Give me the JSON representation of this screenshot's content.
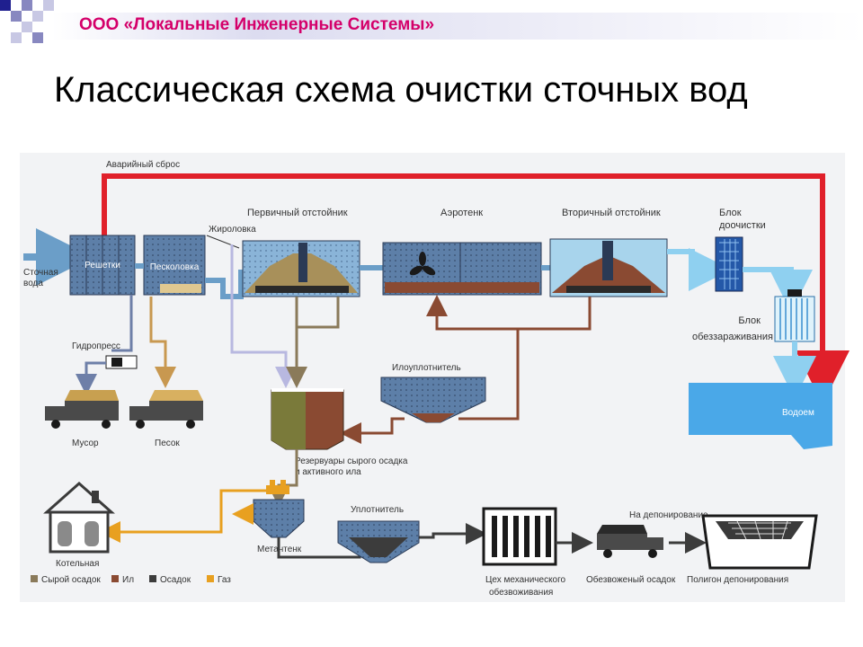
{
  "header": {
    "company": "ООО «Локальные Инженерные Системы»"
  },
  "slide": {
    "title": "Классическая схема очистки сточных вод"
  },
  "diagram": {
    "labels": {
      "emergency": "Аварийный сброс",
      "inflow_1": "Сточная",
      "inflow_2": "вода",
      "screens": "Решетки",
      "sand_trap": "Песколовка",
      "grease_trap": "Жироловка",
      "primary": "Первичный отстойник",
      "aerotank": "Аэротенк",
      "secondary": "Вторичный отстойник",
      "posttreat_1": "Блок",
      "posttreat_2": "доочистки",
      "disinfect_1": "Блок",
      "disinfect_2": "обеззараживания",
      "reservoir": "Водоем",
      "hydropress": "Гидропресс",
      "trash": "Мусор",
      "sand": "Песок",
      "sludge_thickener": "Илоуплотнитель",
      "tanks_1": "Резервуары сырого осадка",
      "tanks_2": "и активного ила",
      "digester": "Метантенк",
      "boiler": "Котельная",
      "thickener": "Уплотнитель",
      "dewater_1": "Цех механического",
      "dewater_2": "обезвоживания",
      "to_disposal": "На депонирование",
      "dewatered": "Обезвоженый осадок",
      "landfill": "Полигон депонирования"
    },
    "legend": [
      {
        "label": "Сырой осадок",
        "color": "#8a7a5a"
      },
      {
        "label": "Ил",
        "color": "#8a4a32"
      },
      {
        "label": "Осадок",
        "color": "#3c3c3c"
      },
      {
        "label": "Газ",
        "color": "#e8a020"
      }
    ],
    "colors": {
      "emergency": "#e0202a",
      "water": "#6b9ec8",
      "clean_water": "#8fd0f0",
      "sludge": "#8a4a32",
      "raw_sludge": "#8a7a5a",
      "sediment": "#3c3c3c",
      "gas": "#e8a020",
      "grease": "#b8b8e0",
      "sand": "#c89850",
      "trash": "#6e7fa8"
    }
  }
}
